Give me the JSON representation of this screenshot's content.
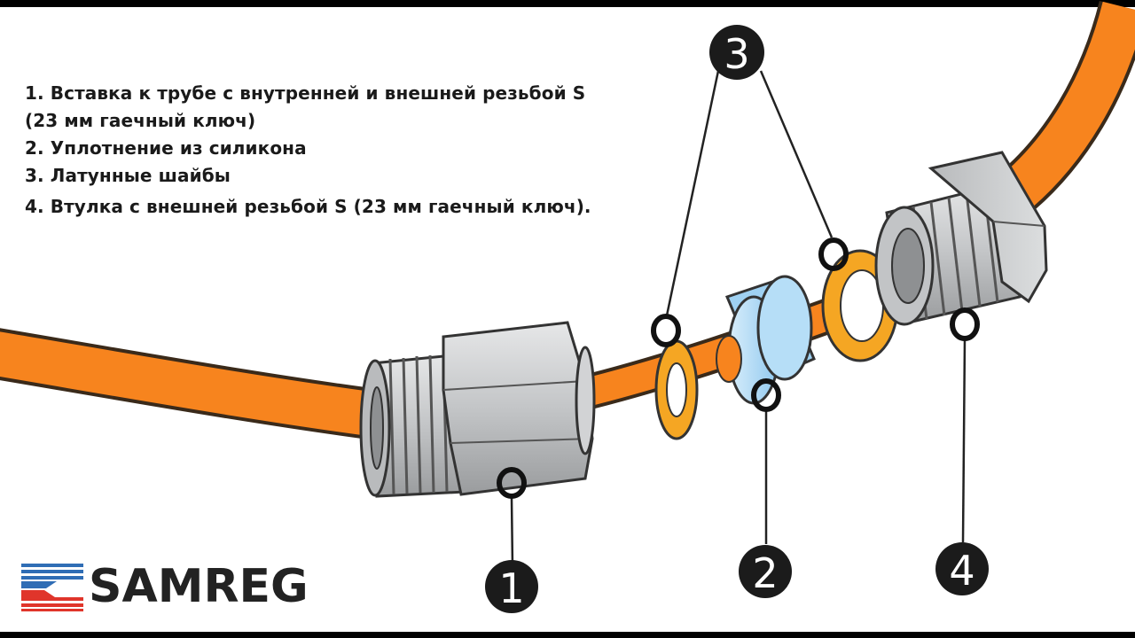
{
  "legend": {
    "item1_line1": "1. Вставка к трубе с внутренней и внешней резьбой S",
    "item1_line2": "(23 мм гаечный ключ)",
    "item2": "2. Уплотнение из силикона",
    "item3": "3. Латунные шайбы",
    "item4": "4. Втулка с внешней резьбой S (23 мм гаечный ключ)."
  },
  "callouts": {
    "c1": "1",
    "c2": "2",
    "c3": "3",
    "c4": "4"
  },
  "logo": {
    "brand": "SAMREG",
    "colors": {
      "blue": "#2f6db5",
      "red": "#e0352b"
    }
  },
  "colors": {
    "tube": "#f7841e",
    "tube_outline": "#3a2a1a",
    "metal": "#c7c9cb",
    "silicone": "#a9d8f5",
    "washer": "#f5a623",
    "background": "#ffffff"
  },
  "icons": [
    "thread-insert-icon",
    "washer-icon",
    "silicone-seal-icon",
    "bushing-icon"
  ]
}
